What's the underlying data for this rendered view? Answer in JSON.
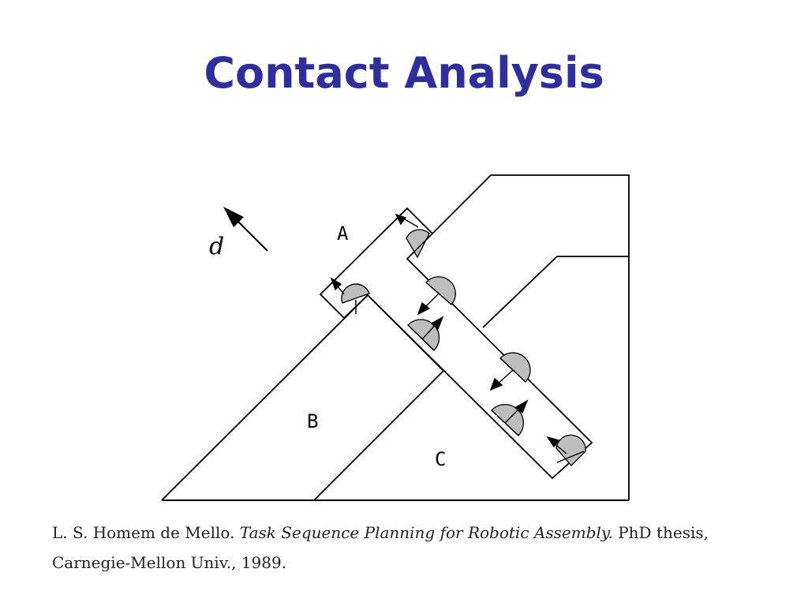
{
  "slide": {
    "title": "Contact Analysis",
    "title_color": "#2e2e9e"
  },
  "diagram": {
    "part_labels": {
      "a": "A",
      "b": "B",
      "c": "C"
    },
    "direction_label": "d",
    "line_color": "#000000",
    "contact_fill": "#bdbdbd"
  },
  "citation": {
    "authors": "L. S. Homem de Mello.",
    "work_title": "Task Sequence Planning for Robotic Assembly.",
    "degree": "PhD thesis,",
    "institution": "Carnegie-Mellon Univ., 1989."
  }
}
